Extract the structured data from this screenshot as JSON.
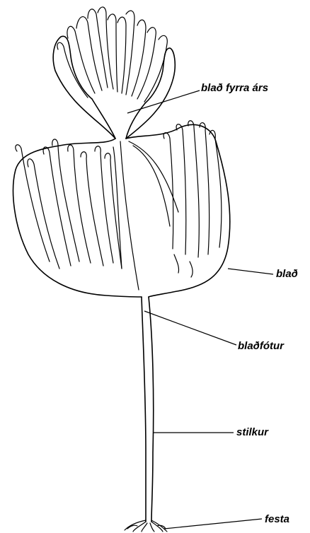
{
  "labels": {
    "old_blade": "blað fyrra árs",
    "blade": "blað",
    "blade_base": "blaðfótur",
    "stipe": "stilkur",
    "holdfast": "festa"
  }
}
